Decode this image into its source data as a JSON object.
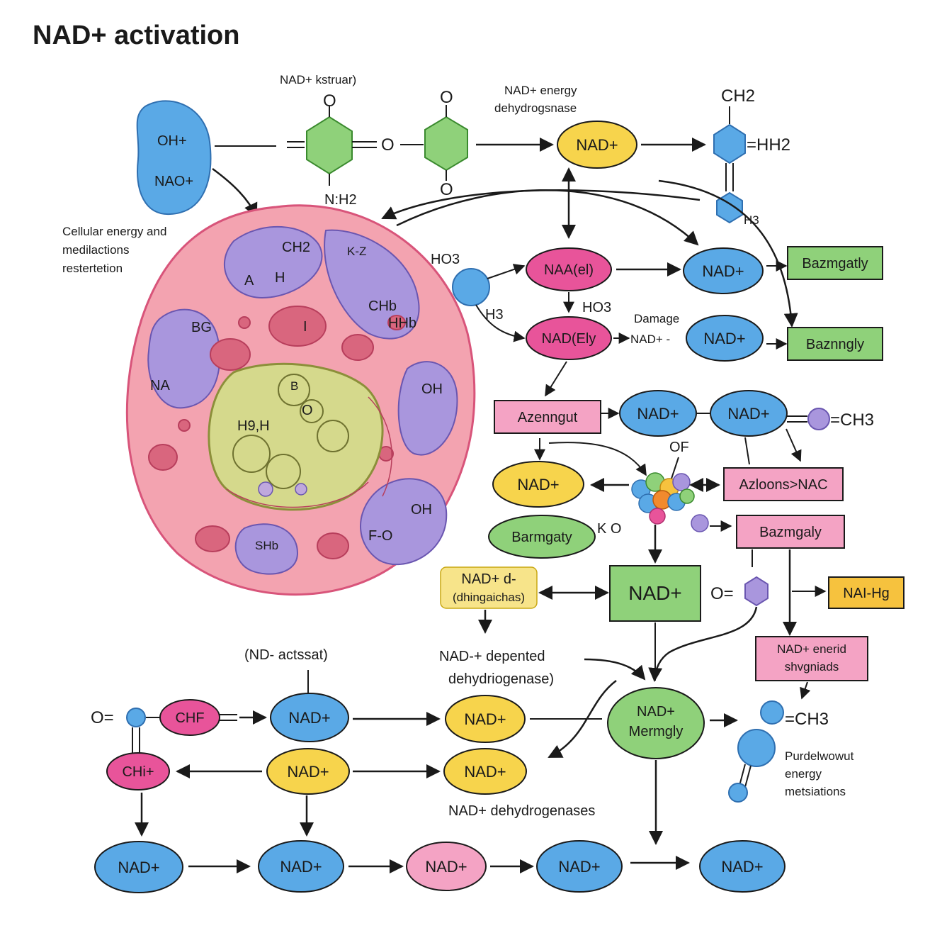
{
  "title": "NAD+ activation",
  "colors": {
    "blue": "#5aa9e6",
    "yellow": "#f7d44c",
    "magenta": "#e8549a",
    "pink": "#f4a3c4",
    "green": "#8fd17a",
    "purple": "#a996dd",
    "orange": "#f6c23e",
    "cell_fill": "#f3a3b0",
    "cell_stroke": "#d8547a",
    "nucleus_fill": "#d5d98c"
  },
  "labels": {
    "nad_structure": "NAD+ kstruar)",
    "nad_energy_dehydrogenase": [
      "NAD+ energy",
      "dehydrogsnase"
    ],
    "cellular_energy": [
      "Cellular energy and",
      "medilactions",
      "restertetion"
    ],
    "damage": "Damage",
    "nd_activat": "(ND- actssat)",
    "nad_dependent": [
      "NAD-+ depented",
      "dehydriogenase)"
    ],
    "nad_dehydrogenases": "NAD+ dehydrogenases",
    "purdelwowut": [
      "Purdelwowut",
      "energy",
      "metsiations"
    ],
    "nad_plus_small": "NAD+ -",
    "of_label": "OF",
    "k_o": "K O"
  },
  "chem": {
    "oh_plus": "OH+",
    "nao_plus": "NAO+",
    "o": "O",
    "nh2": "N:H2",
    "ch2_top": "CH2",
    "hh2": "=HH2",
    "h3": "H3",
    "ho3": "HO3",
    "ho3_b": "HO3",
    "h3_b": "H3",
    "ch3_right": "=CH3",
    "ch3_bottom": "=CH3",
    "o_eq": "O=",
    "o_eq_b": "O=",
    "ch_pink": "CHF",
    "ch_pink_b": "CHi+"
  },
  "cell": {
    "ch2": "CH2",
    "a": "A",
    "h": "H",
    "ch_b": "CHb",
    "hh": "HHb",
    "i": "I",
    "bg": "BG",
    "na": "NA",
    "oh": "OH",
    "oh_b": "OH",
    "ho_h": "H9,H",
    "o_nuc": "O",
    "b": "B",
    "sh": "SHb",
    "fo": "F-O",
    "k": "K-Z"
  },
  "nodes": {
    "nad_top_yellow": "NAD+",
    "naa_magenta": "NAA(el)",
    "nad_right_blue1": "NAD+",
    "bazmgatly_green1": "Bazmgatly",
    "nad_magenta2": "NAD(Ely",
    "nad_right_blue2": "NAD+",
    "bazmngly_green2": "Baznngly",
    "azenngut_pink": "Azenngut",
    "nad_mid_blue1": "NAD+",
    "nad_mid_blue2": "NAD+",
    "nad_yellow_left": "NAD+",
    "azloons_nac": "Azloons>NAC",
    "barmgaty_green": "Barmgaty",
    "bazmgaly_pink": "Bazmgaly",
    "nad_dehydrog_yellow": [
      "NAD+ d-",
      "(dhingaichas)"
    ],
    "nad_green_box": "NAD+",
    "nai_hg_orange": "NAI-Hg",
    "nad_enerid_pink": [
      "NAD+ enerid",
      "shvgniads"
    ],
    "nad_row1_blue": "NAD+",
    "nad_row1_yellow": "NAD+",
    "nad_mermgly_green": [
      "NAD+",
      "Mermgly"
    ],
    "nad_row2_yellow1": "NAD+",
    "nad_row2_yellow2": "NAD+",
    "bottom_row": [
      "NAD+",
      "NAD+",
      "NAD+",
      "NAD+",
      "NAD+"
    ]
  }
}
